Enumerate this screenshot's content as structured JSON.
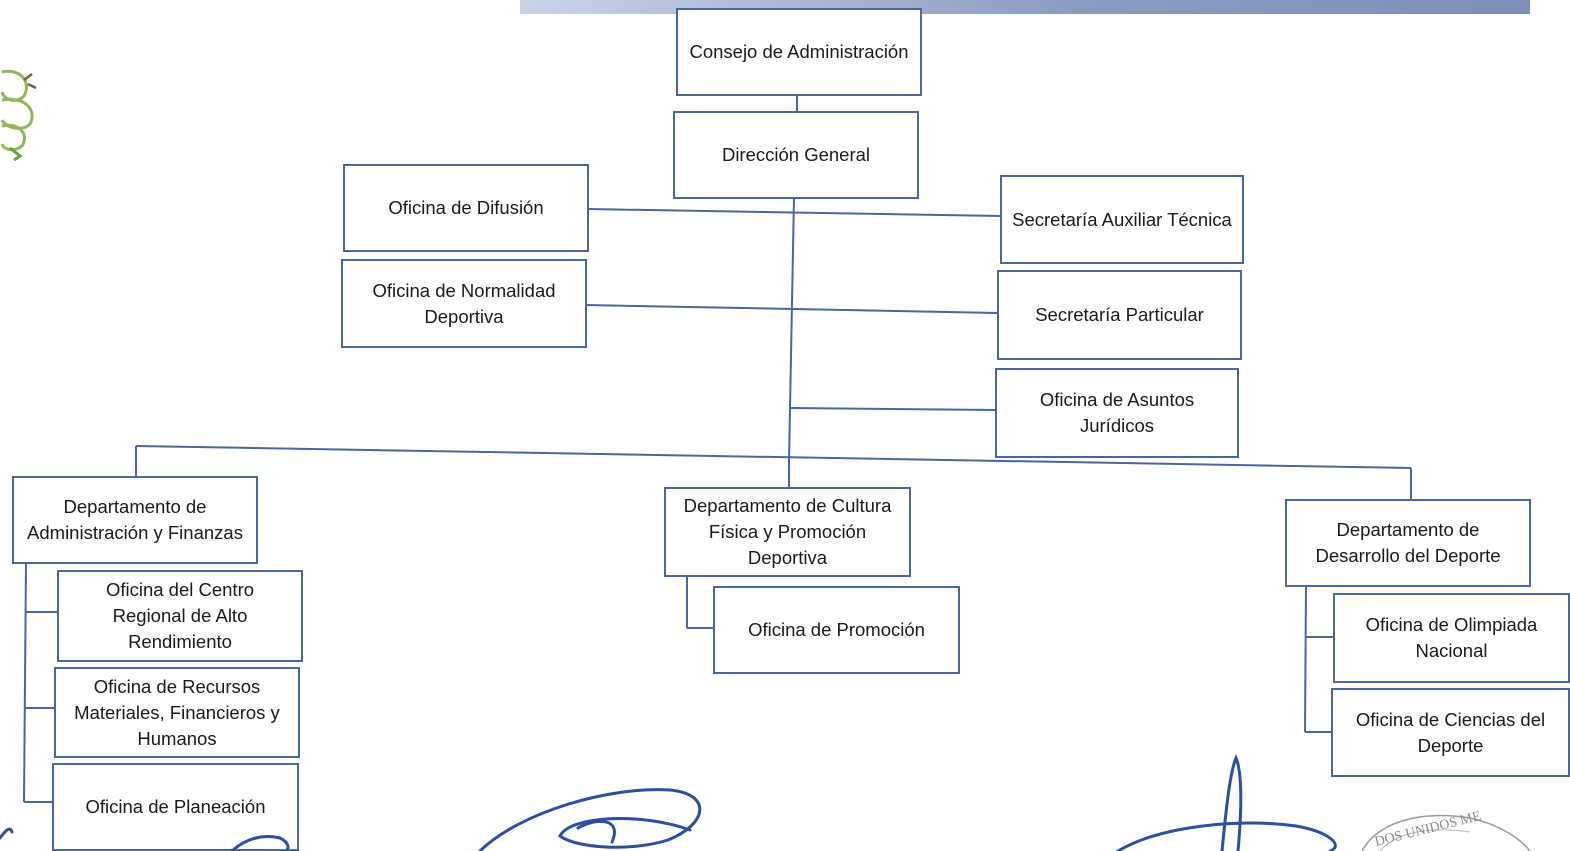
{
  "org_chart": {
    "consejo": "Consejo de Administración",
    "direccion": "Dirección General",
    "difusion": "Oficina de Difusión",
    "normalidad": "Oficina de Normalidad Deportiva",
    "sec_aux": "Secretaría Auxiliar Técnica",
    "sec_part": "Secretaría Particular",
    "juridicos": "Oficina de Asuntos Jurídicos",
    "dep_admin": "Departamento de Administración y Finanzas",
    "centro_regional": "Oficina del Centro Regional de Alto Rendimiento",
    "recursos": "Oficina de Recursos Materiales, Financieros y Humanos",
    "planeacion": "Oficina de Planeación",
    "dep_cultura": "Departamento de Cultura Física y Promoción Deportiva",
    "promocion": "Oficina de Promoción",
    "dep_desarrollo": "Departamento de Desarrollo del Deporte",
    "olimpiada": "Oficina de Olimpiada Nacional",
    "ciencias": "Oficina de Ciencias del Deporte"
  },
  "stamp": {
    "text": "DOS UNIDOS ME"
  },
  "colors": {
    "box_border": "#4a6797",
    "connector": "#4a6797",
    "signature_ink": "#2d4fa0",
    "logo_green": "#8fb657"
  }
}
